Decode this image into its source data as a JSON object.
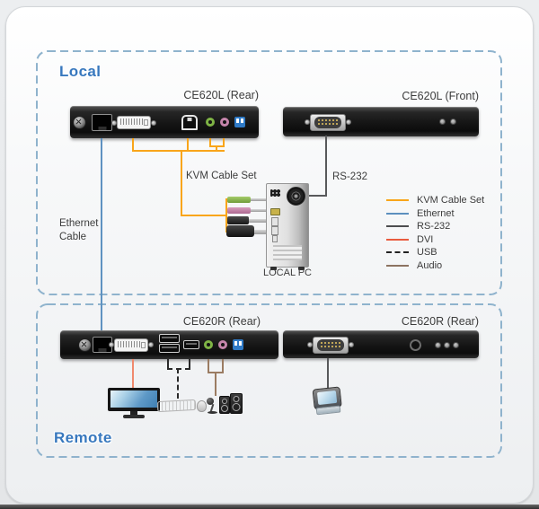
{
  "sections": {
    "local": {
      "label": "Local"
    },
    "remote": {
      "label": "Remote"
    }
  },
  "devices": {
    "local_rear": {
      "label": "CE620L (Rear)"
    },
    "local_front": {
      "label": "CE620L (Front)"
    },
    "remote_rear": {
      "label": "CE620R (Rear)"
    },
    "remote_front": {
      "label": "CE620R (Rear)"
    }
  },
  "cables": {
    "kvm_label": "KVM Cable Set",
    "rs232_label": "RS-232",
    "ethernet_line1": "Ethernet",
    "ethernet_line2": "Cable"
  },
  "pc": {
    "label": "LOCAL PC"
  },
  "legend": {
    "items": [
      {
        "label": "KVM Cable Set",
        "color": "#F9A51A",
        "style": "solid"
      },
      {
        "label": "Ethernet",
        "color": "#5C8FBE",
        "style": "solid"
      },
      {
        "label": "RS-232",
        "color": "#4D4D4F",
        "style": "solid"
      },
      {
        "label": "DVI",
        "color": "#E95B3E",
        "style": "solid"
      },
      {
        "label": "USB",
        "color": "#222222",
        "style": "dashed"
      },
      {
        "label": "Audio",
        "color": "#8C7361",
        "style": "solid"
      }
    ]
  },
  "colors": {
    "dashed_box_border": "#8FB3CD",
    "section_label": "#3878BE",
    "device_body": "#151515",
    "background_panel": "#F6F7F8"
  }
}
